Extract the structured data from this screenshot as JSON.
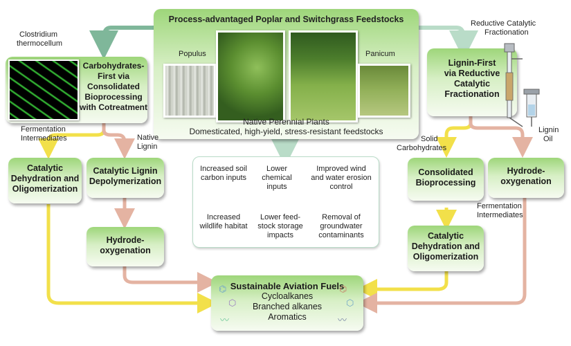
{
  "top_box": {
    "title": "Process-advantaged Poplar and Switchgrass Feedstocks",
    "populus_label": "Populus",
    "panicum_label": "Panicum",
    "subtitle_line1": "Native Perennial Plants",
    "subtitle_line2": "Domesticated, high-yield, stress-resistant feedstocks"
  },
  "benefits": [
    "Increased soil carbon inputs",
    "Lower chemical inputs",
    "Improved wind and water erosion control",
    "Increased wildlife habitat",
    "Lower feed-stock storage impacts",
    "Removal of groundwater contaminants"
  ],
  "left": {
    "organism_line1": "Clostridium",
    "organism_line2": "thermocellum",
    "carb_first_lines": [
      "Carbohydrates-",
      "First via",
      "Consolidated",
      "Bioprocessing",
      "with Cotreatment"
    ],
    "fermentation_label_1": "Fermentation",
    "fermentation_label_2": "Intermediates",
    "native_lignin_1": "Native",
    "native_lignin_2": "Lignin",
    "catalytic_dehydration_lines": [
      "Catalytic",
      "Dehydration and",
      "Oligomerization"
    ],
    "catalytic_lignin_lines": [
      "Catalytic Lignin",
      "Depolymerization"
    ],
    "hydrode_lines": [
      "Hydrode-",
      "oxygenation"
    ]
  },
  "right": {
    "rcf_label_1": "Reductive Catalytic",
    "rcf_label_2": "Fractionation",
    "lignin_first_lines": [
      "Lignin-First",
      "via Reductive",
      "Catalytic",
      "Fractionation"
    ],
    "solid_carbs_1": "Solid",
    "solid_carbs_2": "Carbohydrates",
    "lignin_oil_1": "Lignin",
    "lignin_oil_2": "Oil",
    "consolidated_lines": [
      "Consolidated",
      "Bioprocessing"
    ],
    "hydrode_lines": [
      "Hydrode-",
      "oxygenation"
    ],
    "fermentation_label_1": "Fermentation",
    "fermentation_label_2": "Intermediates",
    "catalytic_dehydration_lines": [
      "Catalytic",
      "Dehydration and",
      "Oligomerization"
    ]
  },
  "saf": {
    "title": "Sustainable Aviation Fuels",
    "items": [
      "Cycloalkanes",
      "Branched alkanes",
      "Aromatics"
    ]
  },
  "colors": {
    "green_arrow": "#7fb79a",
    "yellow_arrow": "#f2e04a",
    "pink_arrow": "#e4b3a2",
    "box_top": "#9ed67a",
    "box_bottom": "#f6fbf1"
  }
}
